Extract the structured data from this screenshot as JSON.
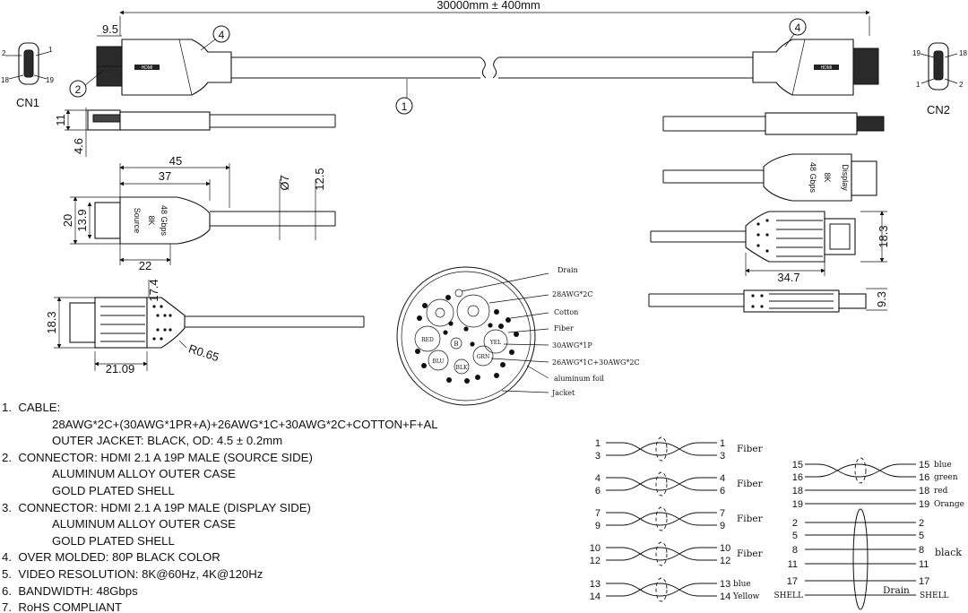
{
  "drawing": {
    "overall_length": "30000mm ± 400mm",
    "connectors": {
      "cn1": "CN1",
      "cn2": "CN2"
    },
    "balloons": {
      "cable": "1",
      "connector_source": "2",
      "overmold": "4"
    },
    "pin_labels": {
      "cn1": [
        "2",
        "1",
        "18",
        "19"
      ],
      "cn2": [
        "19",
        "18",
        "1",
        "2"
      ]
    },
    "dimensions": {
      "d9_5": "9.5",
      "d11": "11",
      "d4_6": "4.6",
      "d45": "45",
      "d37": "37",
      "d7": "Ø7",
      "d12_5": "12.5",
      "d20": "20",
      "d13_9": "13.9",
      "d22": "22",
      "d17_4": "17.4",
      "d18_3": "18.3",
      "r0_65": "R0.65",
      "d21_09": "21.09",
      "d34_7": "34.7",
      "d9_3": "9.3",
      "d18_3b": "18.3"
    },
    "source_label": [
      "Source",
      "8K",
      "48 Gbps"
    ],
    "display_label": [
      "Display",
      "8K",
      "48 Gbps"
    ],
    "hdmi_mark": "HDMI"
  },
  "cross_section": {
    "callouts": [
      "Drain",
      "28AWG*2C",
      "Cotton",
      "Fiber",
      "30AWG*1P",
      "26AWG*1C+30AWG*2C",
      "aluminum foil",
      "Jacket"
    ],
    "conductor_tags": [
      "RED",
      "BLU",
      "YEL",
      "GRN",
      "BLK",
      "B"
    ]
  },
  "notes": [
    {
      "num": "1.",
      "lines": [
        "CABLE:",
        "28AWG*2C+(30AWG*1PR+A)+26AWG*1C+30AWG*2C+COTTON+F+AL",
        "OUTER JACKET:   BLACK,   OD:  4.5 ± 0.2mm"
      ]
    },
    {
      "num": "2.",
      "lines": [
        "CONNECTOR:   HDMI 2.1 A 19P MALE (SOURCE SIDE)",
        "ALUMINUM ALLOY OUTER CASE",
        "GOLD PLATED SHELL"
      ]
    },
    {
      "num": "3.",
      "lines": [
        "CONNECTOR:   HDMI 2.1 A 19P MALE (DISPLAY SIDE)",
        "ALUMINUM ALLOY OUTER CASE",
        "GOLD PLATED SHELL"
      ]
    },
    {
      "num": "4.",
      "lines": [
        "OVER MOLDED:  80P BLACK COLOR"
      ]
    },
    {
      "num": "5.",
      "lines": [
        "VIDEO RESOLUTION:  8K@60Hz, 4K@120Hz"
      ]
    },
    {
      "num": "6.",
      "lines": [
        "BANDWIDTH:  48Gbps"
      ]
    },
    {
      "num": "7.",
      "lines": [
        "RoHS COMPLIANT"
      ]
    }
  ],
  "wiring_left": [
    {
      "a": "1",
      "b": "3",
      "label": "Fiber"
    },
    {
      "a": "4",
      "b": "6",
      "label": "Fiber"
    },
    {
      "a": "7",
      "b": "9",
      "label": "Fiber"
    },
    {
      "a": "10",
      "b": "12",
      "label": "Fiber"
    },
    {
      "a": "13",
      "b": "14",
      "label_a": "blue",
      "label_b": "Yellow"
    }
  ],
  "wiring_right": {
    "pair": {
      "a": "15",
      "b": "16",
      "label_a": "blue",
      "label_b": "green"
    },
    "singles": [
      {
        "pin": "18",
        "label": "red"
      },
      {
        "pin": "19",
        "label": "Orange"
      }
    ],
    "drain_group": [
      "2",
      "5",
      "8",
      "11",
      "17"
    ],
    "shell": "SHELL",
    "drain_label": "Drain",
    "group_label": "black"
  }
}
